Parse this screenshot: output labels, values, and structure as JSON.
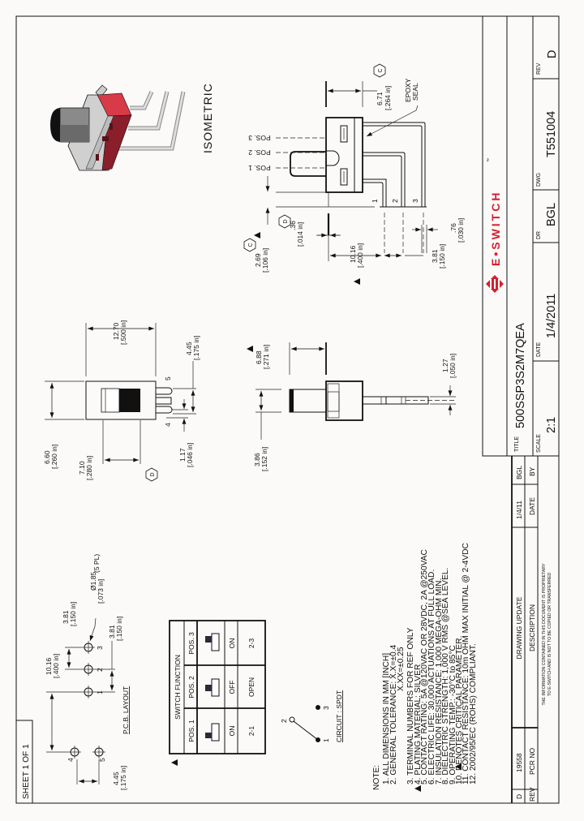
{
  "sheet": "SHEET 1 OF 1",
  "title_block": {
    "company": "E•SWITCH",
    "trademark": "™",
    "title_label": "TITLE",
    "title": "500SSP3S2M7QEA",
    "scale_label": "SCALE",
    "scale": "2:1",
    "date_label": "DATE",
    "date": "1/4/2011",
    "dr_label": "DR",
    "dr": "BGL",
    "dwg_label": "DWG",
    "dwg": "T551004",
    "rev_label": "REV",
    "rev": "D"
  },
  "revision_table": {
    "headers": [
      "REV",
      "PCR NO",
      "DESCRIPTION",
      "DATE",
      "BY"
    ],
    "rows": [
      [
        "D",
        "19558",
        "DRAWING UPDATE",
        "1/4/11",
        "BGL"
      ]
    ],
    "proprietary": [
      "THE INFORMATION CONTAINED IN THIS DOCUMENT IS PROPRIETARY",
      "TO E-SWITCH AND IS NOT TO BE COPIED OR TRANSFERRED"
    ]
  },
  "notes": {
    "heading": "NOTE:",
    "items": [
      "1. ALL DIMENSIONS IN MM [INCH]",
      "2. GENERAL TOLERANCE: X.X=±0.4",
      "X.XX=±0.25",
      "3. TERMINAL NUMBERS FOR REF ONLY",
      "4. PLATING MATERIAL: SILVER",
      "5. CONTACT RATING: 5A @120VAC OR 28VDC, 2A @250VAC",
      "6. ELECTRIC LIFE: 30,000 ACTUATIONS AT FULL LOAD.",
      "7. INSULATION RESISTANCE: 1,000 MEGA-OHM MIN.",
      "8. DIELECTRIC STRENGTH: 1,000 V RMS @SEA LEVEL.",
      "9. OPERATING TEMP.: -30°C to 85°C",
      "10.    DENOTES CRITICAL PARAMETER.",
      "11. CONTACT RESISTANCE: 10m OHM MAX INITIAL @ 2-4VDC",
      "12. 2002/95/EC (ROHS) COMPLIANT."
    ]
  },
  "switch_function": {
    "title": "SWITCH FUNCTION",
    "positions": [
      "POS. 1",
      "POS. 2",
      "POS. 3"
    ],
    "states": [
      "ON",
      "OFF",
      "ON"
    ],
    "contacts": [
      "2-1",
      "OPEN",
      "2-3"
    ],
    "actuator_position": [
      "left",
      "center",
      "right"
    ]
  },
  "circuit": {
    "label": "CIRCUIT : SPDT",
    "terminals": [
      "1",
      "2",
      "3"
    ]
  },
  "pcb": {
    "label": "P.C.B. LAYOUT",
    "holes": [
      "1",
      "2",
      "3",
      "4",
      "5"
    ],
    "hole_dia": {
      "mm": "Ø1.85",
      "in": "[.073 in]",
      "qty": "(5 PL)"
    },
    "span": {
      "mm": "10.16",
      "in": "[.400 in]"
    },
    "pitch_a": {
      "mm": "3.81",
      "in": "[.150 in]"
    },
    "pitch_b": {
      "mm": "3.81",
      "in": "[.150 in]"
    },
    "tab_pitch": {
      "mm": "4.45",
      "in": "[.175 in]"
    }
  },
  "top_view": {
    "length": {
      "mm": "12.70",
      "in": "[.500 in]"
    },
    "width": {
      "mm": "6.60",
      "in": "[.260 in]"
    },
    "travel": {
      "mm": "7.10",
      "in": "[.280 in]"
    },
    "tab_pitch": {
      "mm": "4.45",
      "in": "[.175 in]"
    },
    "tab_width": {
      "mm": "1.17",
      "in": "[.046 in]"
    },
    "tabs": [
      "4",
      "5"
    ],
    "rev_marker": "D"
  },
  "front_view": {
    "actuator_height": {
      "mm": "6.88",
      "in": "[.271 in]"
    },
    "actuator_width": {
      "mm": "3.86",
      "in": "[.152 in]"
    },
    "lead_width": {
      "mm": "1.27",
      "in": "[.050 in]"
    }
  },
  "side_view": {
    "pos_labels": [
      "POS. 1",
      "POS. 2",
      "POS. 3"
    ],
    "epoxy": [
      "EPOXY",
      "SEAL"
    ],
    "terminals": [
      "1",
      "2",
      "3"
    ],
    "body_height": {
      "mm": "6.71",
      "in": "[.264 in]",
      "rev_marker": "C"
    },
    "standoff": {
      "mm": "2.69",
      "in": "[.106 in]",
      "rev_marker": "C"
    },
    "tab_thickness": {
      "mm": ".36",
      "in": "[.014 in]",
      "rev_marker": "D"
    },
    "span": {
      "mm": "10.16",
      "in": "[.400 in]"
    },
    "pitch": {
      "mm": "3.81",
      "in": "[.150 in]"
    },
    "pin_thickness": {
      "mm": ".76",
      "in": "[.030 in]"
    }
  },
  "isometric_label": "ISOMETRIC",
  "icons": [
    "critical-parameter-triangle",
    "revision-hexagon",
    "e-switch-logo"
  ],
  "colors": {
    "ink": "#111111",
    "brand_red": "#d42030",
    "background": "#fcfaf8",
    "iso_red": "#d83a48",
    "iso_silver": "#c8c8c8"
  }
}
